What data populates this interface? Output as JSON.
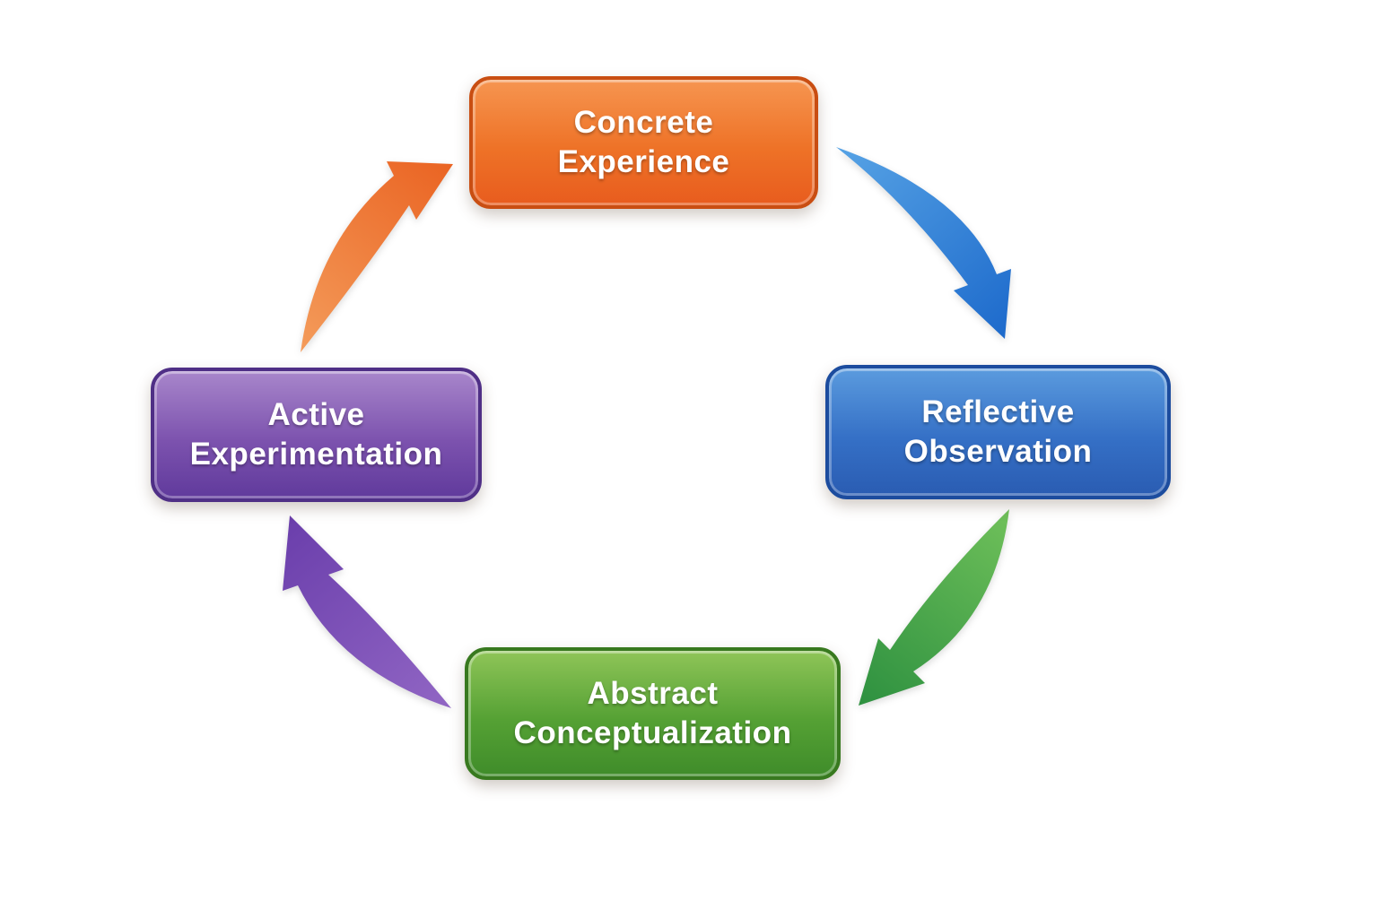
{
  "background_color": "#FFFFFF",
  "diagram_type": "cycle",
  "nodes": [
    {
      "id": "concrete-experience",
      "line1": "Concrete",
      "line2": "Experience",
      "fill_top": "#F69550",
      "fill_mid": "#EE7227",
      "fill_bottom": "#E85C1E",
      "border_color": "#C94E12",
      "text_color": "#FFFFFF",
      "position": "top"
    },
    {
      "id": "reflective-observation",
      "line1": "Reflective",
      "line2": "Observation",
      "fill_top": "#5B9BDE",
      "fill_mid": "#3570C6",
      "fill_bottom": "#2A5CB2",
      "border_color": "#1C4C9E",
      "text_color": "#FFFFFF",
      "position": "right"
    },
    {
      "id": "abstract-conceptualization",
      "line1": "Abstract",
      "line2": "Conceptualization",
      "fill_top": "#8FC558",
      "fill_mid": "#55A134",
      "fill_bottom": "#3F8C2A",
      "border_color": "#38791F",
      "text_color": "#FFFFFF",
      "position": "bottom"
    },
    {
      "id": "active-experimentation",
      "line1": "Active",
      "line2": "Experimentation",
      "fill_top": "#A886CB",
      "fill_mid": "#7C52AE",
      "fill_bottom": "#603A9C",
      "border_color": "#4F2F86",
      "text_color": "#FFFFFF",
      "position": "left"
    }
  ],
  "arrows": [
    {
      "id": "arrow-concrete-to-reflective",
      "from": "concrete-experience",
      "to": "reflective-observation",
      "color_tail": "#55A1E4",
      "color_head": "#1E6BCC",
      "direction": "clockwise"
    },
    {
      "id": "arrow-reflective-to-abstract",
      "from": "reflective-observation",
      "to": "abstract-conceptualization",
      "color_tail": "#6FC05A",
      "color_head": "#2E9140",
      "direction": "clockwise"
    },
    {
      "id": "arrow-abstract-to-active",
      "from": "abstract-conceptualization",
      "to": "active-experimentation",
      "color_tail": "#9166C4",
      "color_head": "#6B3FAC",
      "direction": "clockwise"
    },
    {
      "id": "arrow-active-to-concrete",
      "from": "active-experimentation",
      "to": "concrete-experience",
      "color_tail": "#F49C5B",
      "color_head": "#EA6423",
      "direction": "clockwise"
    }
  ]
}
